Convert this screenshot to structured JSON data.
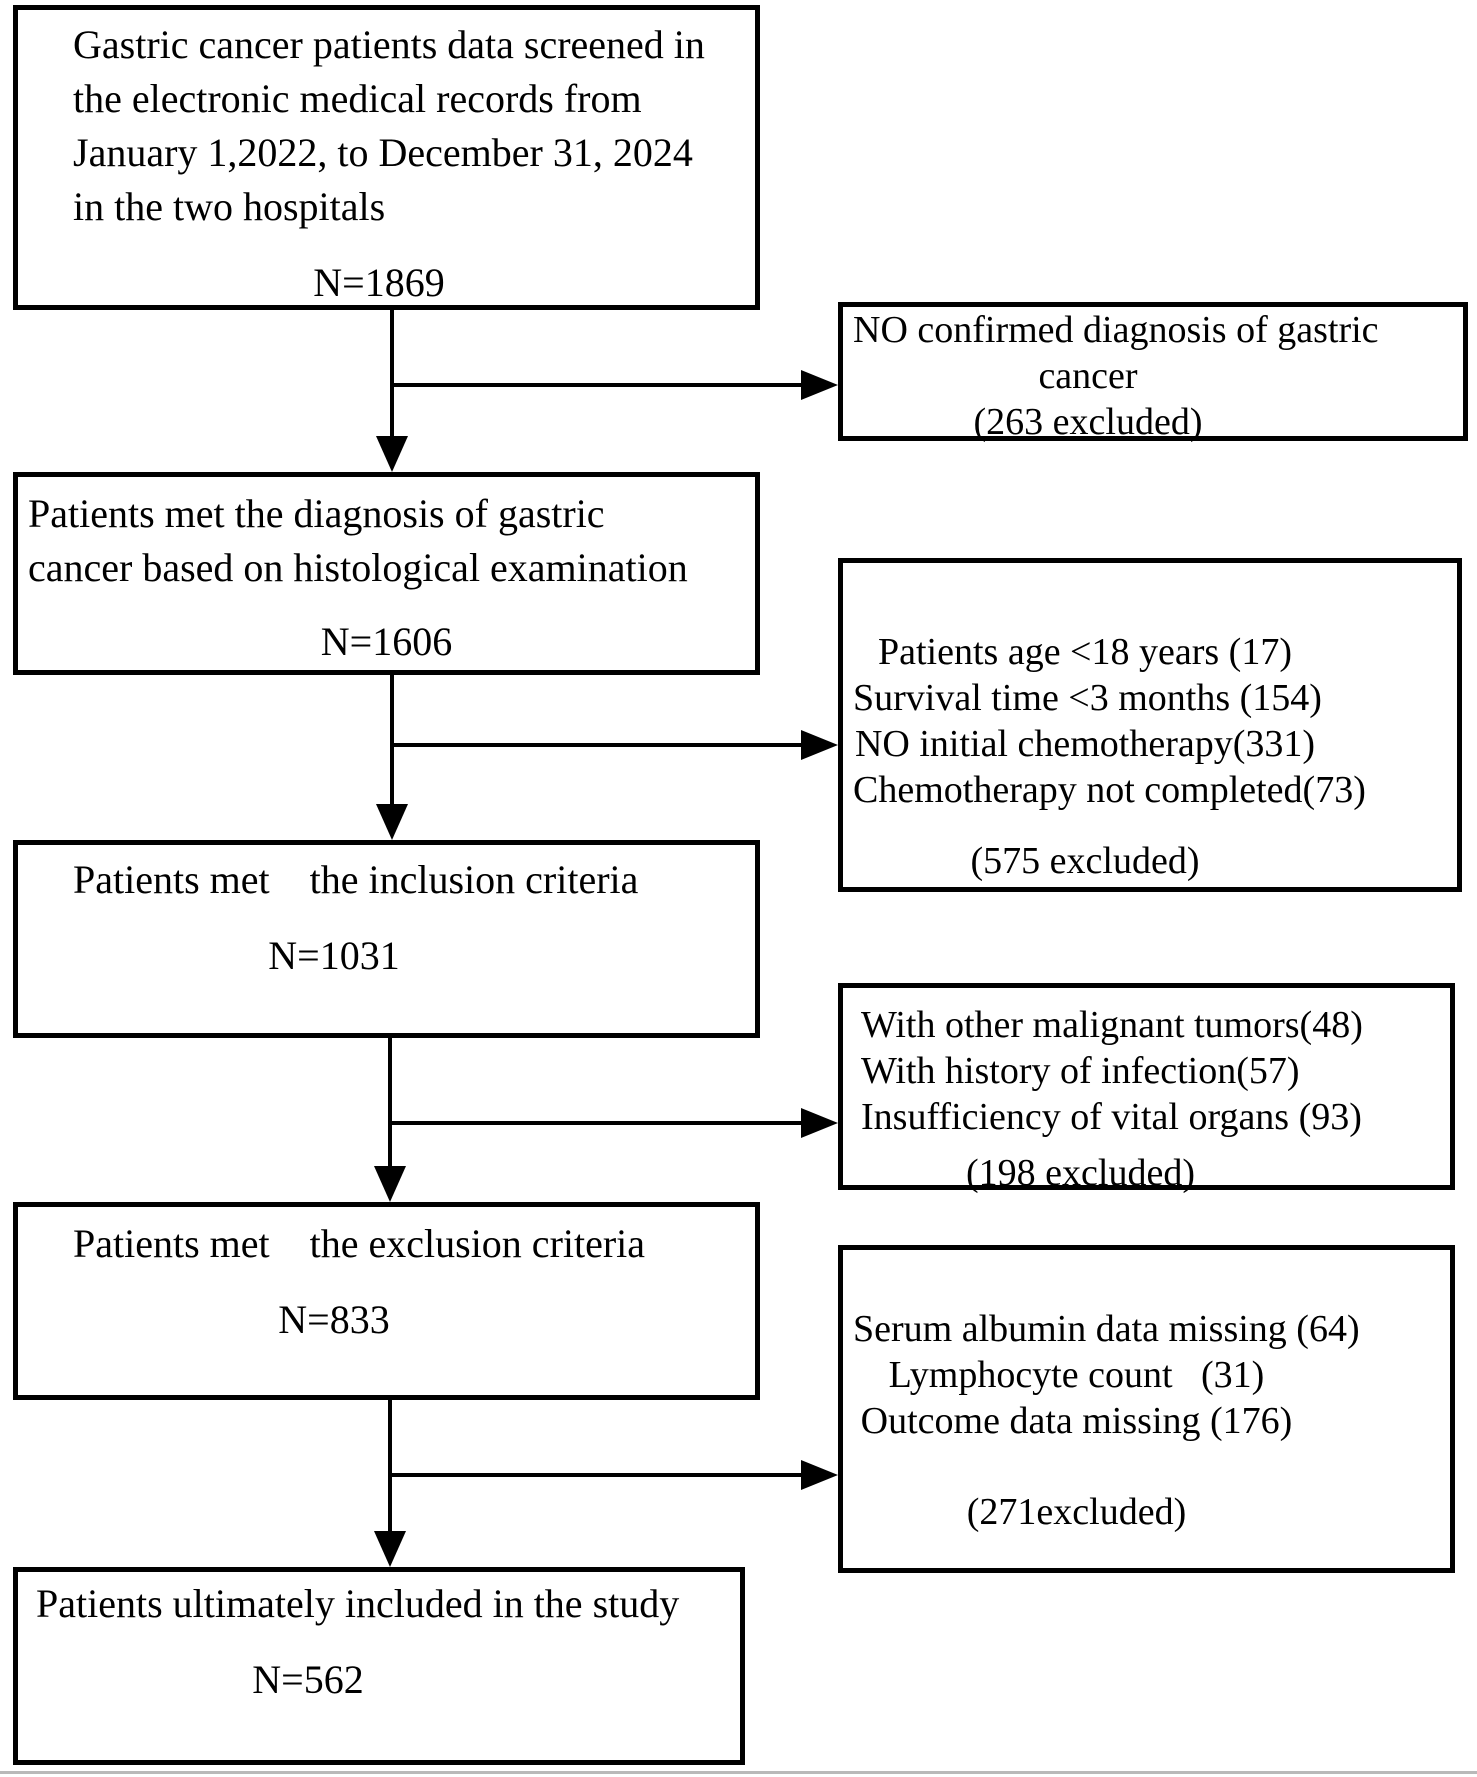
{
  "flowchart": {
    "main_boxes": [
      {
        "lines": [
          "Gastric cancer patients data screened in",
          "the electronic medical records from",
          "January 1,2022, to December 31, 2024",
          "in the two hospitals"
        ],
        "n": "N=1869"
      },
      {
        "lines": [
          "Patients met the diagnosis of gastric",
          "cancer based on histological examination"
        ],
        "n": "N=1606"
      },
      {
        "lines": [
          "Patients met    the inclusion criteria"
        ],
        "n": "N=1031"
      },
      {
        "lines": [
          "Patients met    the exclusion criteria"
        ],
        "n": "N=833"
      },
      {
        "lines": [
          "Patients ultimately included in the study"
        ],
        "n": "N=562"
      }
    ],
    "exclusion_boxes": [
      {
        "lines": [
          "NO confirmed diagnosis of gastric",
          "cancer"
        ],
        "excluded": "(263 excluded)"
      },
      {
        "lines": [
          "Patients age <18 years (17)",
          "Survival time <3 months (154)",
          "NO initial chemotherapy(331)",
          "Chemotherapy not completed(73)"
        ],
        "excluded": "(575 excluded)"
      },
      {
        "lines": [
          "With other malignant tumors(48)",
          "With history of infection(57)",
          "Insufficiency of vital organs (93)"
        ],
        "excluded": "(198 excluded)"
      },
      {
        "lines": [
          "Serum albumin data missing (64)",
          "Lymphocyte count   (31)",
          "Outcome data missing (176)"
        ],
        "excluded": "(271excluded)"
      }
    ]
  }
}
